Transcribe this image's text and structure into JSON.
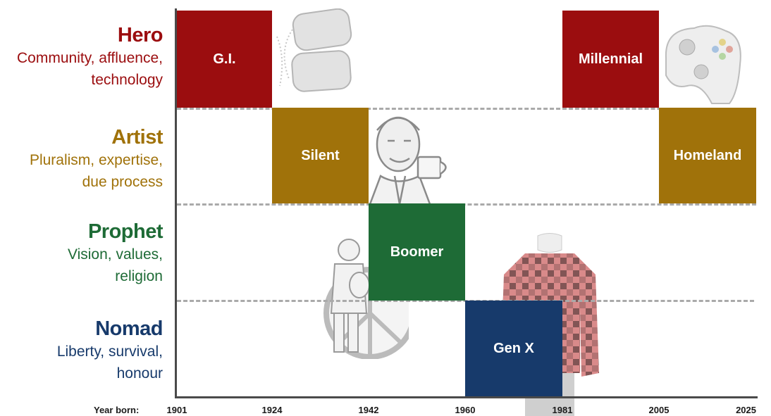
{
  "rows": [
    {
      "title": "Hero",
      "desc1": "Community, affluence,",
      "desc2": "technology",
      "color": "#9b0d0f"
    },
    {
      "title": "Artist",
      "desc1": "Pluralism, expertise,",
      "desc2": "due process",
      "color": "#a0720a"
    },
    {
      "title": "Prophet",
      "desc1": "Vision, values,",
      "desc2": "religion",
      "color": "#1e6b36"
    },
    {
      "title": "Nomad",
      "desc1": "Liberty, survival,",
      "desc2": "honour",
      "color": "#173a6b"
    }
  ],
  "generations": [
    {
      "name": "G.I.",
      "archetype": "Hero",
      "start": 1901,
      "end": 1924
    },
    {
      "name": "Silent",
      "archetype": "Artist",
      "start": 1924,
      "end": 1942
    },
    {
      "name": "Boomer",
      "archetype": "Prophet",
      "start": 1942,
      "end": 1960
    },
    {
      "name": "Gen X",
      "archetype": "Nomad",
      "start": 1960,
      "end": 1981
    },
    {
      "name": "Millennial",
      "archetype": "Hero",
      "start": 1981,
      "end": 2005
    },
    {
      "name": "Homeland",
      "archetype": "Artist",
      "start": 2005,
      "end": 2025
    }
  ],
  "axis": {
    "prefix": "Year born:",
    "ticks": [
      "1901",
      "1924",
      "1942",
      "1960",
      "1981",
      "2005",
      "2025"
    ]
  },
  "colors": {
    "hero": "#9b0d0f",
    "artist": "#a0720a",
    "prophet": "#1e6b36",
    "nomad": "#173a6b"
  },
  "decorations": [
    "dog-tags-illustration",
    "game-controller-illustration",
    "retro-man-with-mug-illustration",
    "peace-sign-hippie-illustration",
    "plaid-shirt-illustration"
  ]
}
